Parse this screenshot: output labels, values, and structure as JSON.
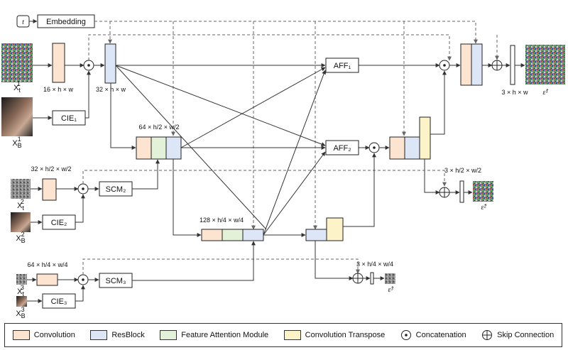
{
  "colors": {
    "convolution": "#fce4d0",
    "resblock": "#dce6f7",
    "fam": "#e3f1d8",
    "convtranspose": "#fdf3c8"
  },
  "labels": {
    "t": "t",
    "embedding": "Embedding",
    "cie1": "CIE₁",
    "cie2": "CIE₂",
    "cie3": "CIE₃",
    "scm2": "SCM₂",
    "scm3": "SCM₃",
    "aff1": "AFF₁",
    "aff2": "AFF₂",
    "xt1": "X",
    "xt1_sub": "t",
    "xt1_sup": "1",
    "xb1": "X",
    "xb1_sub": "B",
    "xb1_sup": "1",
    "xt2": "X",
    "xt2_sub": "t",
    "xt2_sup": "2",
    "xb2": "X",
    "xb2_sub": "B",
    "xb2_sup": "2",
    "xt3": "X",
    "xt3_sub": "t",
    "xt3_sup": "3",
    "xb3": "X",
    "xb3_sub": "B",
    "xb3_sup": "3",
    "dim_16hw": "16 × h × w",
    "dim_32hw": "32 × h × w",
    "dim_3hw": "3 × h × w",
    "dim_64h2w2": "64 × h/2 × w/2",
    "dim_32h2w2": "32 × h/2 × w/2",
    "dim_3h2w2": "3 × h/2 × w/2",
    "dim_128h4w4": "128 × h/4 × w/4",
    "dim_64h4w4": "64 × h/4 × w/4",
    "dim_3h4w4": "3 × h/4 × w/4",
    "eps1": "ε̂¹",
    "eps2": "ε̂²",
    "eps3": "ε̂³"
  },
  "legend": {
    "convolution": "Convolution",
    "resblock": "ResBlock",
    "fam": "Feature Attention Module",
    "convtranspose": "Convolution Transpose",
    "concatenation": "Concatenation",
    "skip": "Skip Connection"
  }
}
